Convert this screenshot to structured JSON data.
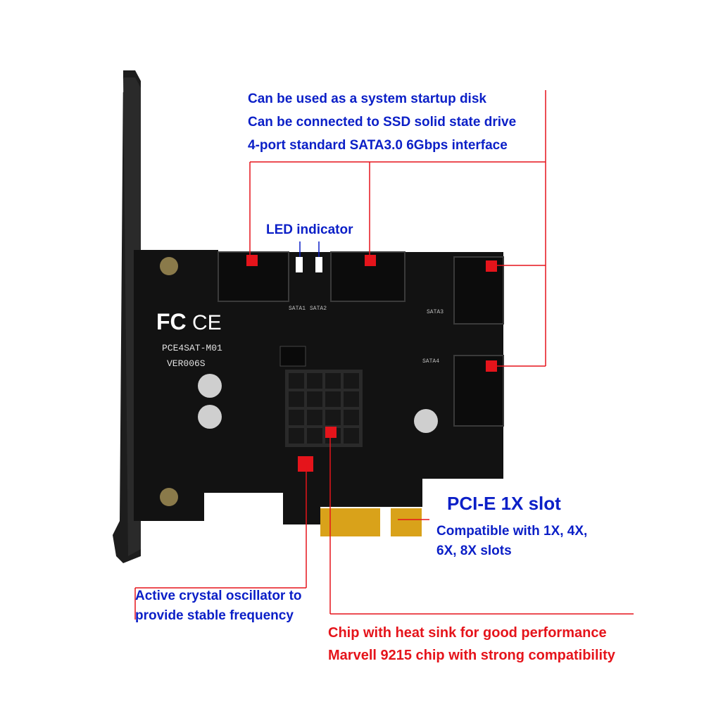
{
  "annotations": {
    "sata_features": [
      "Can be used as a system startup disk",
      "Can be connected to SSD solid state drive",
      "4-port standard SATA3.0 6Gbps interface"
    ],
    "led": "LED indicator",
    "pcie_title": "PCI-E 1X slot",
    "pcie_compat": [
      "Compatible with 1X, 4X,",
      "6X, 8X slots"
    ],
    "oscillator": [
      "Active crystal oscillator to",
      "provide stable frequency"
    ],
    "chip": [
      "Chip with heat sink for good performance",
      "Marvell 9215 chip with strong compatibility"
    ]
  },
  "board_print": {
    "fcc": "FC",
    "ce": "CE",
    "model": "PCE4SAT-M01",
    "version": "VER006S",
    "port_labels": [
      "SATA1",
      "SATA2",
      "SATA3",
      "SATA4"
    ]
  },
  "colors": {
    "blue_text": "#0b1fc7",
    "red_text": "#e5141b",
    "pcb": "#121212",
    "bracket": "#1d1d1d",
    "gold": "#d9a21a",
    "leader_line": "#e5141b"
  }
}
